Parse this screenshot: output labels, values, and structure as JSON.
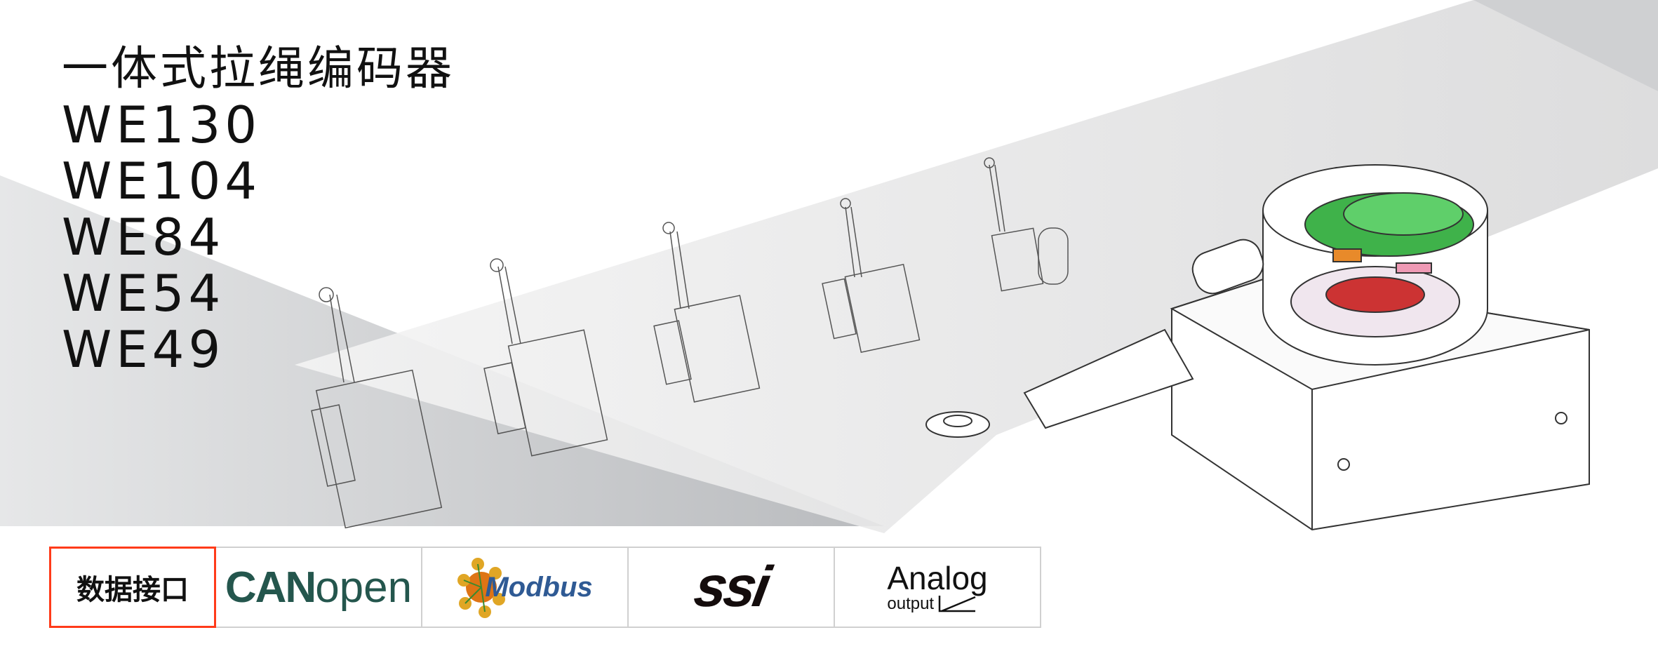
{
  "header": {
    "title": "一体式拉绳编码器",
    "models": [
      "WE130",
      "WE104",
      "WE84",
      "WE54",
      "WE49"
    ]
  },
  "interfaces": {
    "label": "数据接口",
    "items": [
      {
        "name": "canopen",
        "bold": "CAN",
        "light": "open"
      },
      {
        "name": "modbus",
        "text": "Modbus"
      },
      {
        "name": "ssi",
        "text": "ssi"
      },
      {
        "name": "analog",
        "text": "Analog",
        "sub": "output"
      }
    ]
  },
  "colors": {
    "accent": "#ff3b1a",
    "canopen": "#24564d",
    "modbus": "#2f5a94",
    "pcb": "#3fb24a"
  }
}
